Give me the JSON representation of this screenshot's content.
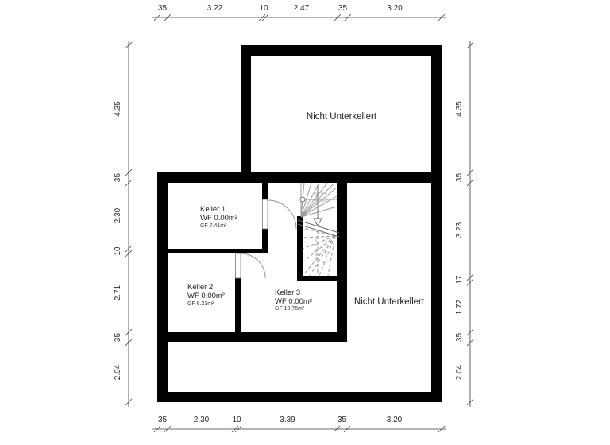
{
  "dimensions": {
    "top": [
      "35",
      "3.22",
      "10",
      "2.47",
      "35",
      "3.20"
    ],
    "bottom": [
      "35",
      "2.30",
      "10",
      "3.39",
      "35",
      "3.20"
    ],
    "left": [
      "4.35",
      "35",
      "2.30",
      "10",
      "2.71",
      "35",
      "2.04"
    ],
    "right": [
      "4.35",
      "35",
      "3.23",
      "17",
      "1.72",
      "35",
      "2.04"
    ]
  },
  "rooms": {
    "upper_area": {
      "label": "Nicht Unterkellert"
    },
    "keller1": {
      "name": "Keller 1",
      "wf": "WF 0.00m²",
      "gf": "GF 7.41m²"
    },
    "keller2": {
      "name": "Keller 2",
      "wf": "WF 0.00m²",
      "gf": "GF 6.23m²"
    },
    "keller3": {
      "name": "Keller 3",
      "wf": "WF 0.00m²",
      "gf": "GF 10.76m²"
    },
    "right_area": {
      "label": "Nicht Unterkellert"
    }
  },
  "colors": {
    "wall": "#000000",
    "background": "#ffffff",
    "dimension_line": "#3a3a3a",
    "stair_line": "#9a9a9a",
    "door_line": "#8a8a8a",
    "text": "#1f1f1f"
  }
}
